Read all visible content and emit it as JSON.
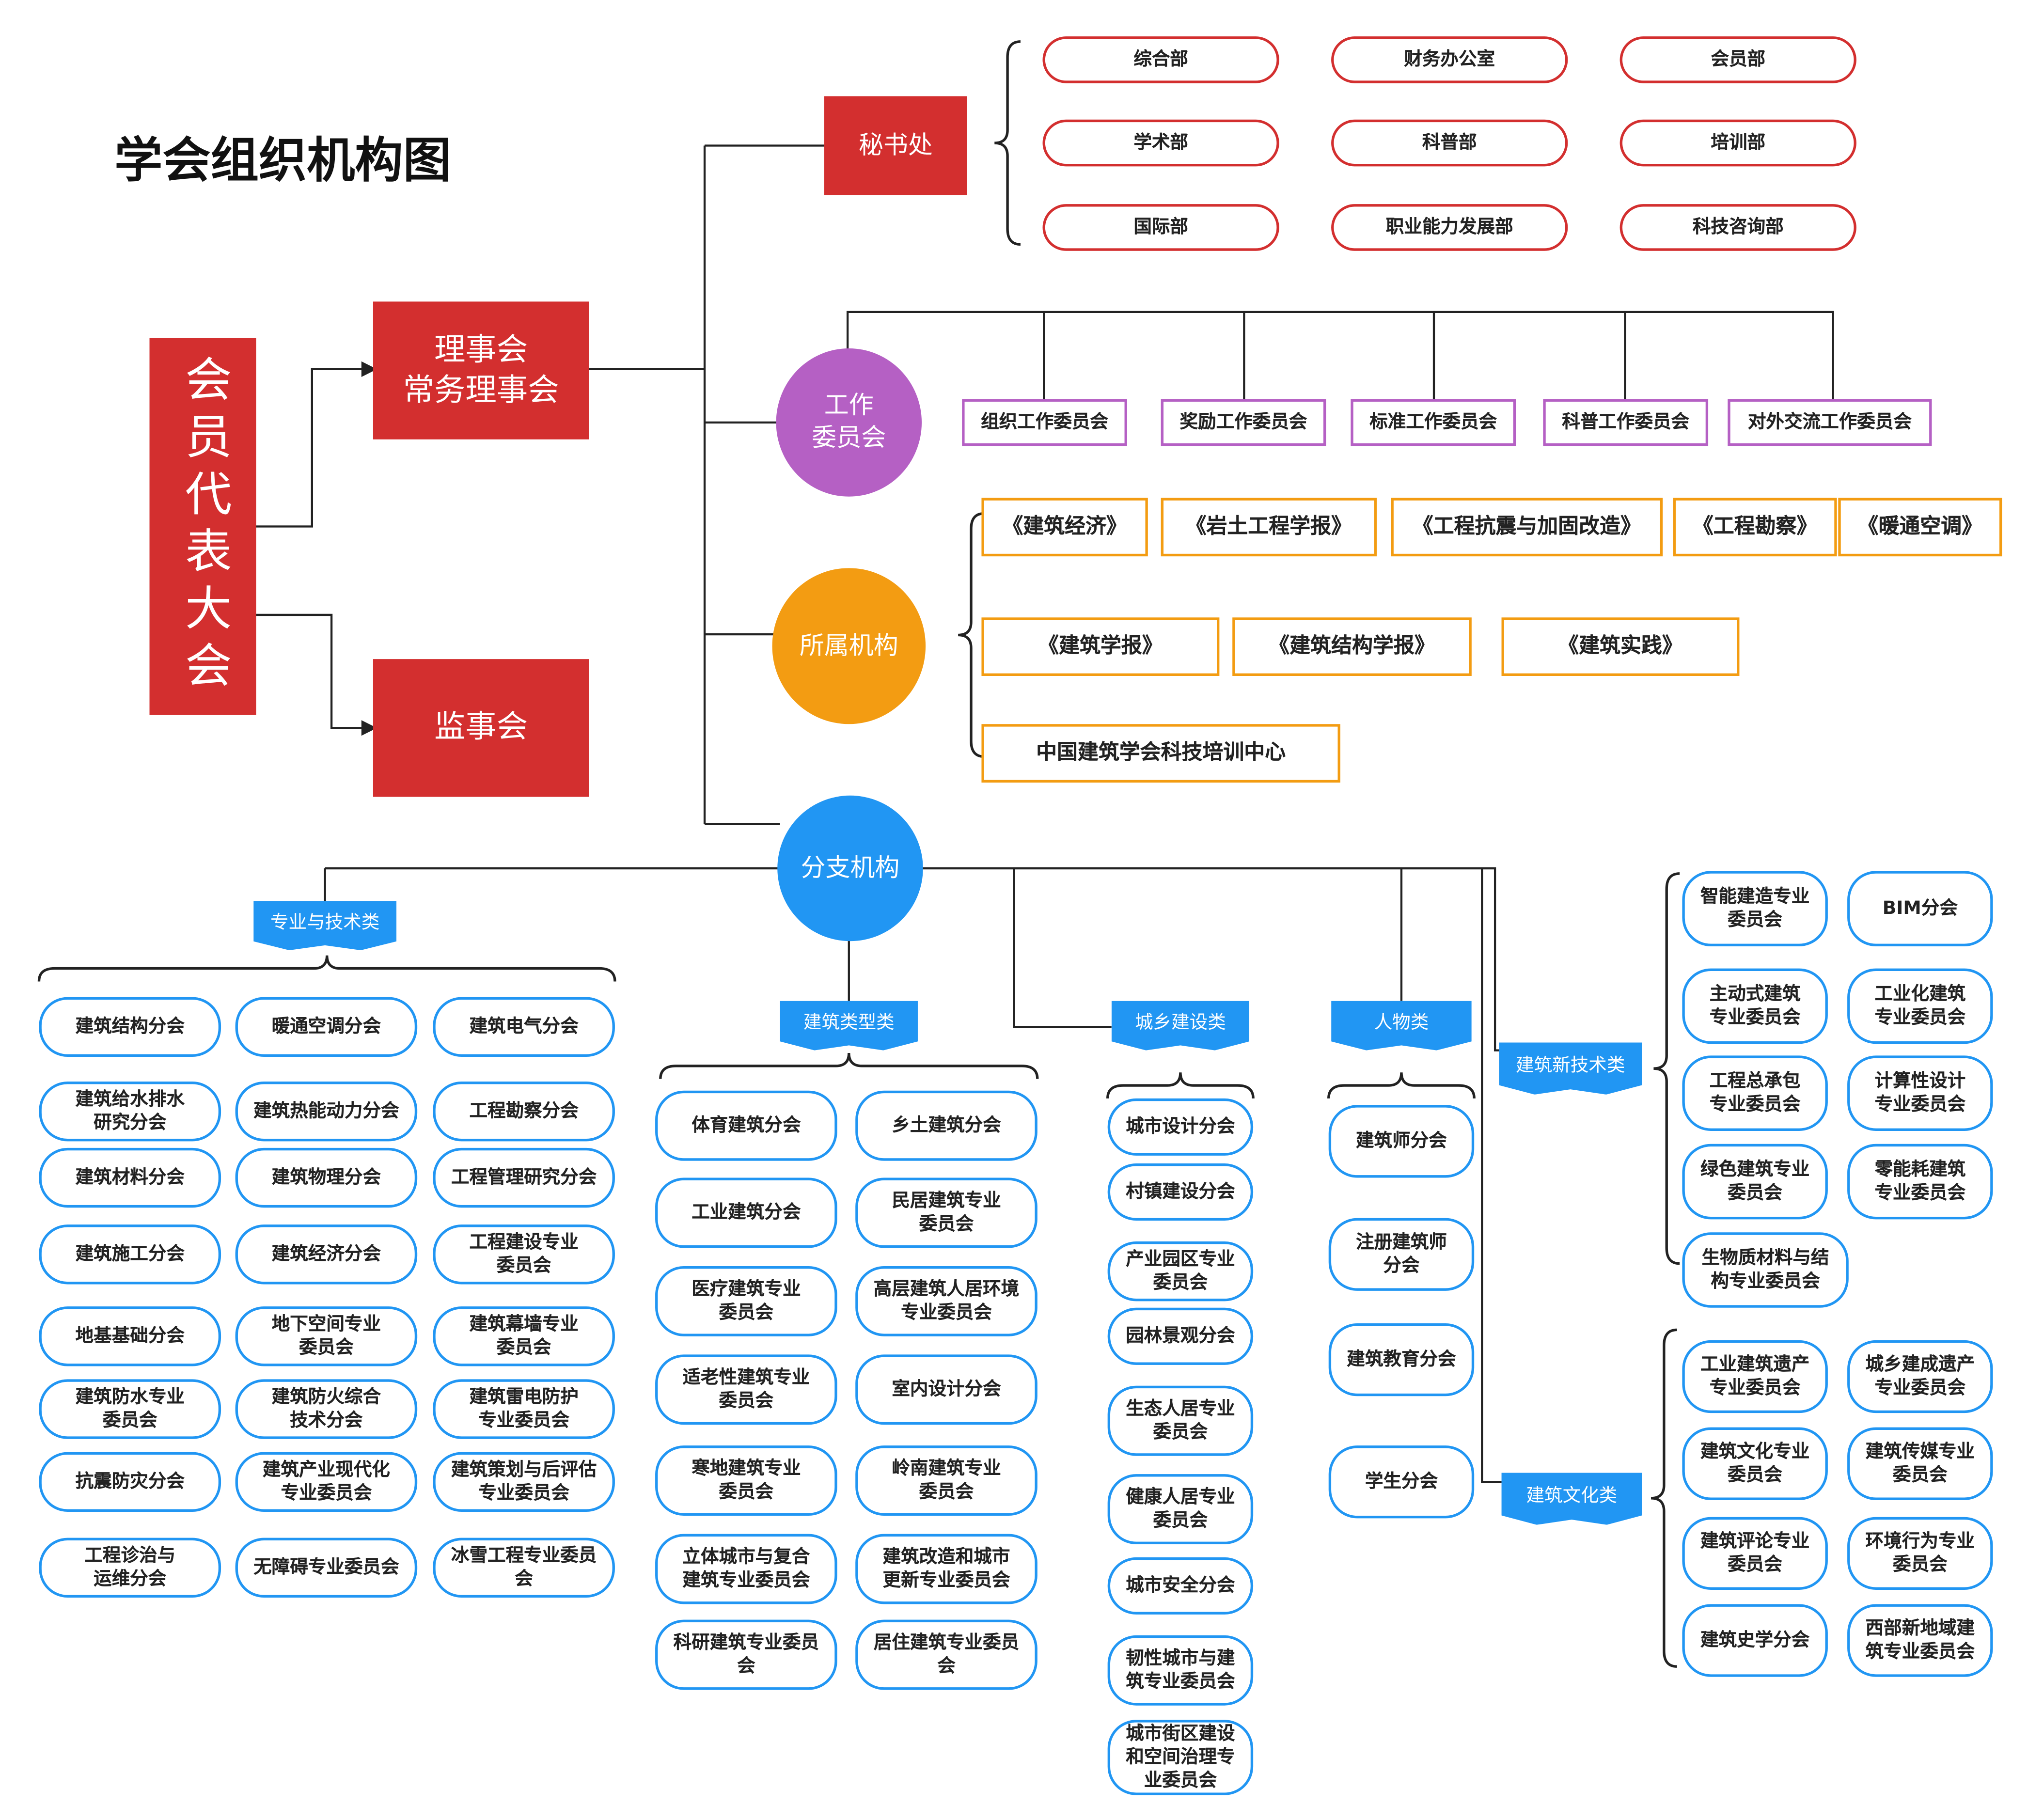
{
  "title": "学会组织机构图",
  "colors": {
    "red": "#d32f2f",
    "purple": "#b560c4",
    "orange": "#f39c12",
    "blue": "#2196f3"
  },
  "top": {
    "congress": "会员代表大会",
    "council": "理事会\n常务理事会",
    "supervisors": "监事会",
    "secretariat": "秘书处",
    "committees": "工作\n委员会",
    "affiliated": "所属机构",
    "branches": "分支机构"
  },
  "secretariat_depts": [
    "综合部",
    "财务办公室",
    "会员部",
    "学术部",
    "科普部",
    "培训部",
    "国际部",
    "职业能力发展部",
    "科技咨询部"
  ],
  "work_committees": [
    "组织工作委员会",
    "奖励工作委员会",
    "标准工作委员会",
    "科普工作委员会",
    "对外交流工作委员会"
  ],
  "affiliated_units": [
    "《建筑经济》",
    "《岩土工程学报》",
    "《工程抗震与加固改造》",
    "《工程勘察》",
    "《暖通空调》",
    "《建筑学报》",
    "《建筑结构学报》",
    "《建筑实践》",
    "中国建筑学会科技培训中心"
  ],
  "categories": {
    "prof": "专业与技术类",
    "type": "建筑类型类",
    "urban": "城乡建设类",
    "people": "人物类",
    "newtech": "建筑新技术类",
    "culture": "建筑文化类"
  },
  "prof_items": [
    "建筑结构分会",
    "暖通空调分会",
    "建筑电气分会",
    "建筑给水排水\n研究分会",
    "建筑热能动力分会",
    "工程勘察分会",
    "建筑材料分会",
    "建筑物理分会",
    "工程管理研究分会",
    "建筑施工分会",
    "建筑经济分会",
    "工程建设专业\n委员会",
    "地基基础分会",
    "地下空间专业\n委员会",
    "建筑幕墙专业\n委员会",
    "建筑防水专业\n委员会",
    "建筑防火综合\n技术分会",
    "建筑雷电防护\n专业委员会",
    "抗震防灾分会",
    "建筑产业现代化\n专业委员会",
    "建筑策划与后评估\n专业委员会",
    "工程诊治与\n运维分会",
    "无障碍专业委员会",
    "冰雪工程专业委员\n会"
  ],
  "type_items": [
    "体育建筑分会",
    "乡土建筑分会",
    "工业建筑分会",
    "民居建筑专业\n委员会",
    "医疗建筑专业\n委员会",
    "高层建筑人居环境\n专业委员会",
    "适老性建筑专业\n委员会",
    "室内设计分会",
    "寒地建筑专业\n委员会",
    "岭南建筑专业\n委员会",
    "立体城市与复合\n建筑专业委员会",
    "建筑改造和城市\n更新专业委员会",
    "科研建筑专业委员\n会",
    "居住建筑专业委员\n会"
  ],
  "urban_items": [
    "城市设计分会",
    "村镇建设分会",
    "产业园区专业\n委员会",
    "园林景观分会",
    "生态人居专业\n委员会",
    "健康人居专业\n委员会",
    "城市安全分会",
    "韧性城市与建\n筑专业委员会",
    "城市街区建设\n和空间治理专\n业委员会"
  ],
  "people_items": [
    "建筑师分会",
    "注册建筑师\n分会",
    "建筑教育分会",
    "学生分会"
  ],
  "newtech_items": [
    "智能建造专业\n委员会",
    "BIM分会",
    "主动式建筑\n专业委员会",
    "工业化建筑\n专业委员会",
    "工程总承包\n专业委员会",
    "计算性设计\n专业委员会",
    "绿色建筑专业\n委员会",
    "零能耗建筑\n专业委员会",
    "生物质材料与结\n构专业委员会"
  ],
  "culture_items": [
    "工业建筑遗产\n专业委员会",
    "城乡建成遗产\n专业委员会",
    "建筑文化专业\n委员会",
    "建筑传媒专业\n委员会",
    "建筑评论专业\n委员会",
    "环境行为专业\n委员会",
    "建筑史学分会",
    "西部新地域建\n筑专业委员会"
  ]
}
